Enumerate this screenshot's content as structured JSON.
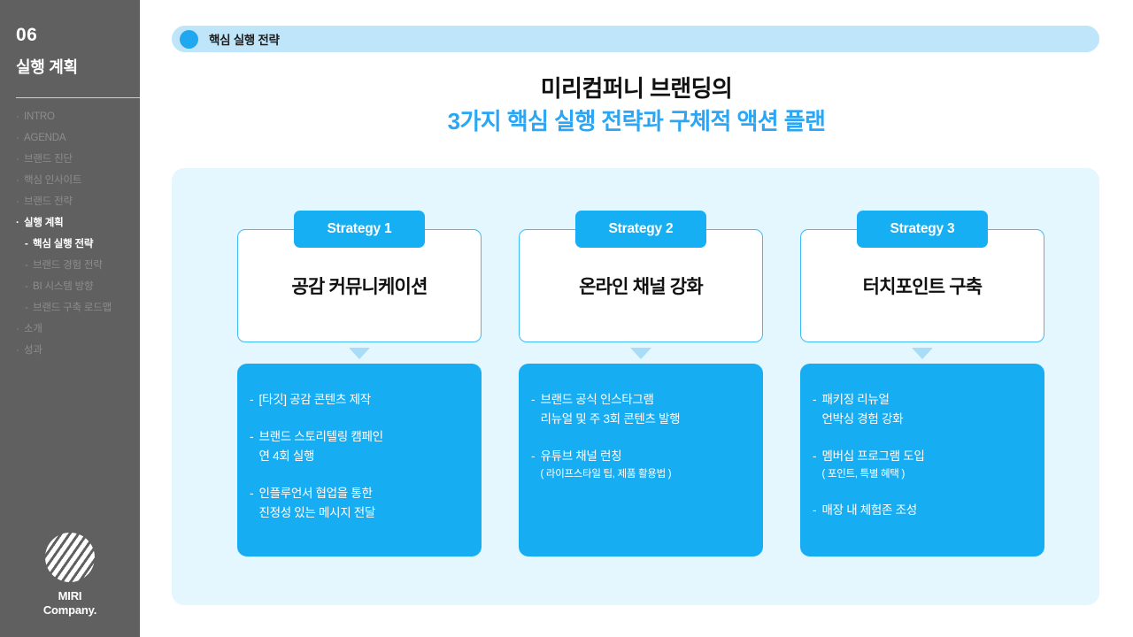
{
  "sidebar": {
    "section_number": "06",
    "section_title": "실행 계획",
    "nav": [
      {
        "label": "INTRO",
        "level": 1,
        "active": false,
        "marker": "·"
      },
      {
        "label": "AGENDA",
        "level": 1,
        "active": false,
        "marker": "·"
      },
      {
        "label": "브랜드 진단",
        "level": 1,
        "active": false,
        "marker": "·"
      },
      {
        "label": "핵심 인사이트",
        "level": 1,
        "active": false,
        "marker": "·"
      },
      {
        "label": "브랜드 전략",
        "level": 1,
        "active": false,
        "marker": "·"
      },
      {
        "label": "실행 계획",
        "level": 1,
        "active": true,
        "marker": "·"
      },
      {
        "label": "핵심 실행 전략",
        "level": 2,
        "active": true,
        "marker": "-"
      },
      {
        "label": "브랜드 경험 전략",
        "level": 2,
        "active": false,
        "marker": "-"
      },
      {
        "label": "BI 시스템 방향",
        "level": 2,
        "active": false,
        "marker": "-"
      },
      {
        "label": "브랜드 구축 로드맵",
        "level": 2,
        "active": false,
        "marker": "-"
      },
      {
        "label": "소개",
        "level": 1,
        "active": false,
        "marker": "·"
      },
      {
        "label": "성과",
        "level": 1,
        "active": false,
        "marker": "·"
      }
    ],
    "logo": {
      "icon": "striped-circle-logo-icon",
      "line1": "MIRI",
      "line2": "Company."
    }
  },
  "banner": {
    "icon": "blue-circle-icon",
    "label": "핵심 실행 전략"
  },
  "title": {
    "line1": "미리컴퍼니 브랜딩의",
    "line2": "3가지 핵심 실행 전략과 구체적 액션 플랜"
  },
  "strategies": [
    {
      "badge": "Strategy 1",
      "title": "공감 커뮤니케이션",
      "arrow_icon": "arrow-down-icon",
      "bullets": [
        {
          "dash": "-",
          "lines": [
            "[타깃] 공감 콘텐츠 제작"
          ],
          "sub": ""
        },
        {
          "dash": "-",
          "lines": [
            "브랜드 스토리텔링 캠페인",
            "연 4회 실행"
          ],
          "sub": ""
        },
        {
          "dash": "-",
          "lines": [
            "인플루언서 협업을 통한",
            "진정성 있는 메시지 전달"
          ],
          "sub": ""
        }
      ]
    },
    {
      "badge": "Strategy 2",
      "title": "온라인 채널 강화",
      "arrow_icon": "arrow-down-icon",
      "bullets": [
        {
          "dash": "-",
          "lines": [
            "브랜드 공식 인스타그램",
            "리뉴얼 및 주 3회 콘텐츠 발행"
          ],
          "sub": ""
        },
        {
          "dash": "-",
          "lines": [
            "유튜브 채널 런칭"
          ],
          "sub": "( 라이프스타일 팁, 제품 활용법 )"
        }
      ]
    },
    {
      "badge": "Strategy 3",
      "title": "터치포인트 구축",
      "arrow_icon": "arrow-down-icon",
      "bullets": [
        {
          "dash": "-",
          "lines": [
            "패키징 리뉴얼",
            "언박싱 경험 강화"
          ],
          "sub": ""
        },
        {
          "dash": "-",
          "lines": [
            "멤버십 프로그램 도입"
          ],
          "sub": "( 포인트, 특별 혜택 )"
        },
        {
          "dash": "-",
          "lines": [
            "매장 내 체험존 조성"
          ],
          "sub": ""
        }
      ]
    }
  ],
  "colors": {
    "sidebar_bg": "#606060",
    "accent_blue": "#16adf3",
    "title_blue": "#2aa6f5",
    "banner_bg": "#bee5f9",
    "panel_bg": "#e4f6fe",
    "card_border": "#3dbcf7",
    "arrow": "#a9ddf7"
  }
}
